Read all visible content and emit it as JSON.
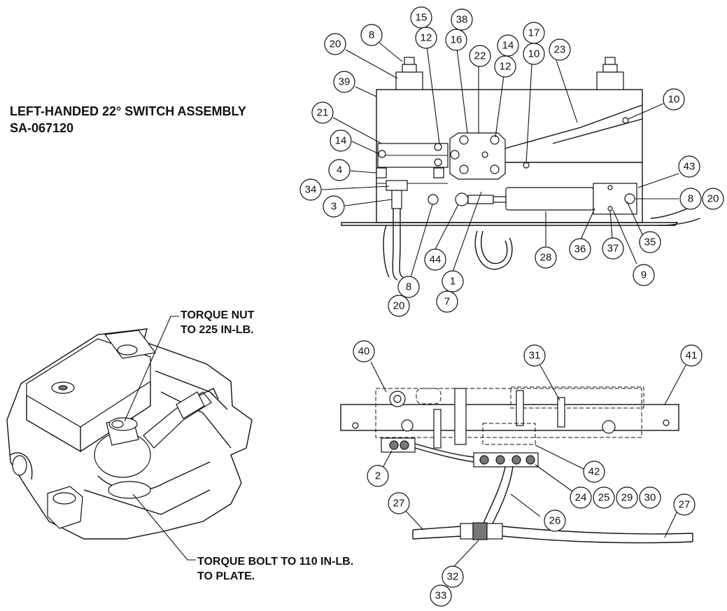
{
  "title": {
    "line1": "LEFT-HANDED 22° SWITCH ASSEMBLY",
    "line2": "SA-067120"
  },
  "notes": {
    "torque_nut_line1": "TORQUE NUT",
    "torque_nut_line2": "TO 225 IN-LB.",
    "torque_bolt_line1": "TORQUE BOLT TO 110 IN-LB.",
    "torque_bolt_line2": "TO PLATE."
  },
  "callouts": {
    "c_8a": "8",
    "c_20a": "20",
    "c_15": "15",
    "c_12a": "12",
    "c_38": "38",
    "c_16": "16",
    "c_22": "22",
    "c_14a": "14",
    "c_12b": "12",
    "c_17": "17",
    "c_10a": "10",
    "c_23": "23",
    "c_39": "39",
    "c_10b": "10",
    "c_21": "21",
    "c_14b": "14",
    "c_4": "4",
    "c_43": "43",
    "c_34": "34",
    "c_3": "3",
    "c_8b": "8",
    "c_20b": "20",
    "c_35": "35",
    "c_9": "9",
    "c_37": "37",
    "c_36": "36",
    "c_28": "28",
    "c_44": "44",
    "c_1": "1",
    "c_7": "7",
    "c_8c": "8",
    "c_20c": "20",
    "c_40": "40",
    "c_31": "31",
    "c_41": "41",
    "c_42": "42",
    "c_2": "2",
    "c_24": "24",
    "c_25": "25",
    "c_29": "29",
    "c_30": "30",
    "c_27a": "27",
    "c_27b": "27",
    "c_26": "26",
    "c_32": "32",
    "c_33": "33"
  }
}
